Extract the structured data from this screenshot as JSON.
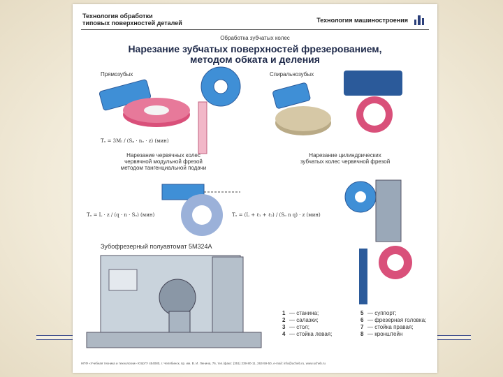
{
  "poster": {
    "header_left_1": "Технология обработки",
    "header_left_2": "типовых поверхностей деталей",
    "header_right": "Технология машиностроения",
    "section": "Обработка зубчатых колес",
    "title_1": "Нарезание зубчатых поверхностей фрезерованием,",
    "title_2": "методом обката и деления",
    "label_straight": "Прямозубых",
    "label_helical": "Спиральнозубых",
    "caption_worm_1": "Нарезание червячных колес",
    "caption_worm_2": "червячной модульной фрезой",
    "caption_worm_3": "методом тангенциальной подачи",
    "caption_cyl_1": "Нарезание цилиндрических",
    "caption_cyl_2": "зубчатых колес червячной фрезой",
    "formula_1": "Tₒ = 3Mₗ / (Sₚ · nₒ · z) (мин)",
    "formula_2": "Tₒ = L · z / (q · n · Sₒ) (мин)",
    "formula_3": "Tₒ = (L + ℓ₁ + ℓ₂) / (Sₒ n q) · z (мин)",
    "machine_title": "Зубофрезерный полуавтомат 5М324А",
    "legend": [
      {
        "n": "1",
        "t": "— станина;"
      },
      {
        "n": "2",
        "t": "— салазки;"
      },
      {
        "n": "3",
        "t": "— стол;"
      },
      {
        "n": "4",
        "t": "— стойка левая;"
      },
      {
        "n": "5",
        "t": "— суппорт;"
      },
      {
        "n": "6",
        "t": "— фрезерная головка;"
      },
      {
        "n": "7",
        "t": "— стойка правая;"
      },
      {
        "n": "8",
        "t": "— кронштейн"
      }
    ],
    "footer": "НПФ «Учебная техника и технологии» ЮУрГУ 454080, г. Челябинск, пр. им. В. И. Ленина, 76, тел./факс: (351) 239-80-11, 263-59-50, e-mail: info@ucheb.ru, www.ucheb.ru"
  },
  "colors": {
    "gear_pink": "#d9507a",
    "cutter_blue": "#3f8fd6",
    "cutter_dark": "#2b5a9a",
    "machine_grey": "#c9d3dc"
  }
}
